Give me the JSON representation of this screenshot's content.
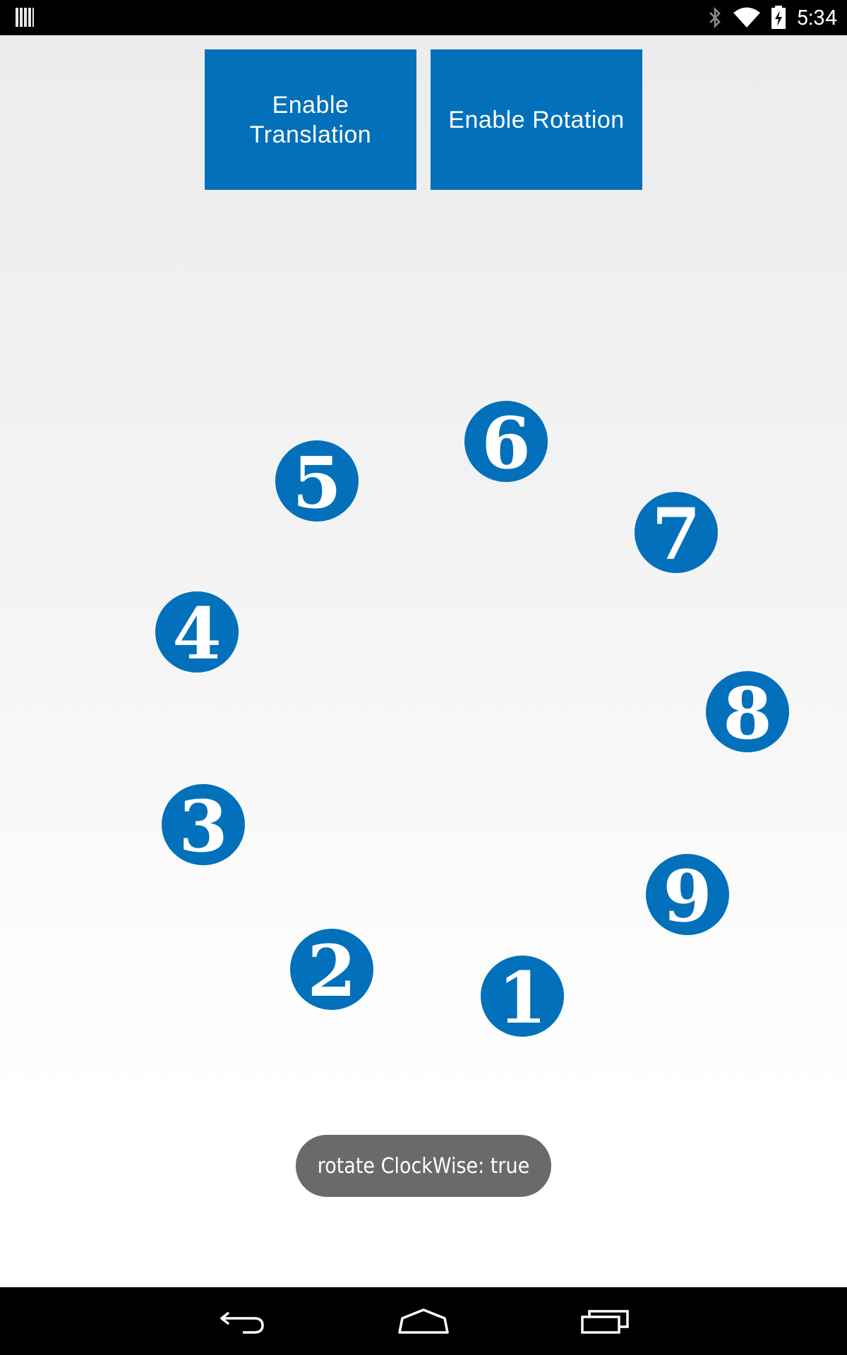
{
  "status_bar": {
    "time": "5:34",
    "icons": [
      "barcode-icon",
      "bluetooth-icon",
      "wifi-icon",
      "battery-charging-icon"
    ]
  },
  "buttons": {
    "translation_label": "Enable Translation",
    "rotation_label": "Enable Rotation"
  },
  "circles": [
    {
      "label": "1"
    },
    {
      "label": "2"
    },
    {
      "label": "3"
    },
    {
      "label": "4"
    },
    {
      "label": "5"
    },
    {
      "label": "6"
    },
    {
      "label": "7"
    },
    {
      "label": "8"
    },
    {
      "label": "9"
    }
  ],
  "toast": {
    "text": "rotate ClockWise: true"
  },
  "nav_bar": {
    "icons": [
      "back-icon",
      "home-icon",
      "recents-icon"
    ]
  },
  "colors": {
    "accent": "#0270ba",
    "toast_bg": "#6a6a6a",
    "bars_bg": "#000000"
  }
}
